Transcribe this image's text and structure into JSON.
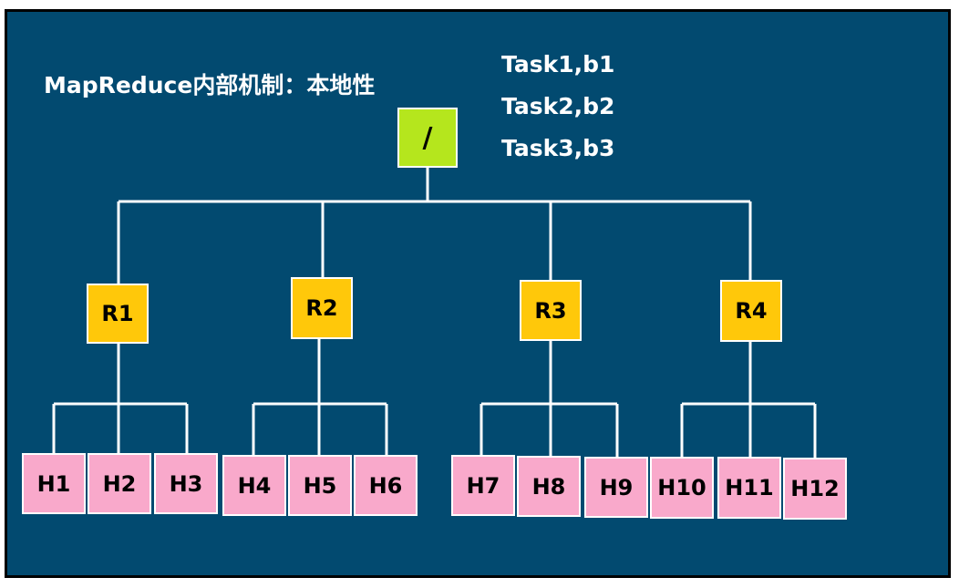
{
  "title": "MapReduce内部机制：本地性",
  "tasks": [
    "Task1,b1",
    "Task2,b2",
    "Task3,b3"
  ],
  "root": {
    "label": "/"
  },
  "racks": [
    {
      "label": "R1",
      "hosts": [
        "H1",
        "H2",
        "H3"
      ]
    },
    {
      "label": "R2",
      "hosts": [
        "H4",
        "H5",
        "H6"
      ]
    },
    {
      "label": "R3",
      "hosts": [
        "H7",
        "H8",
        "H9"
      ]
    },
    {
      "label": "R4",
      "hosts": [
        "H10",
        "H11",
        "H12"
      ]
    }
  ],
  "colors": {
    "background": "#024a70",
    "root": "#b5e61d",
    "rack": "#ffc80a",
    "host": "#f9a9cb",
    "line": "#ffffff"
  }
}
